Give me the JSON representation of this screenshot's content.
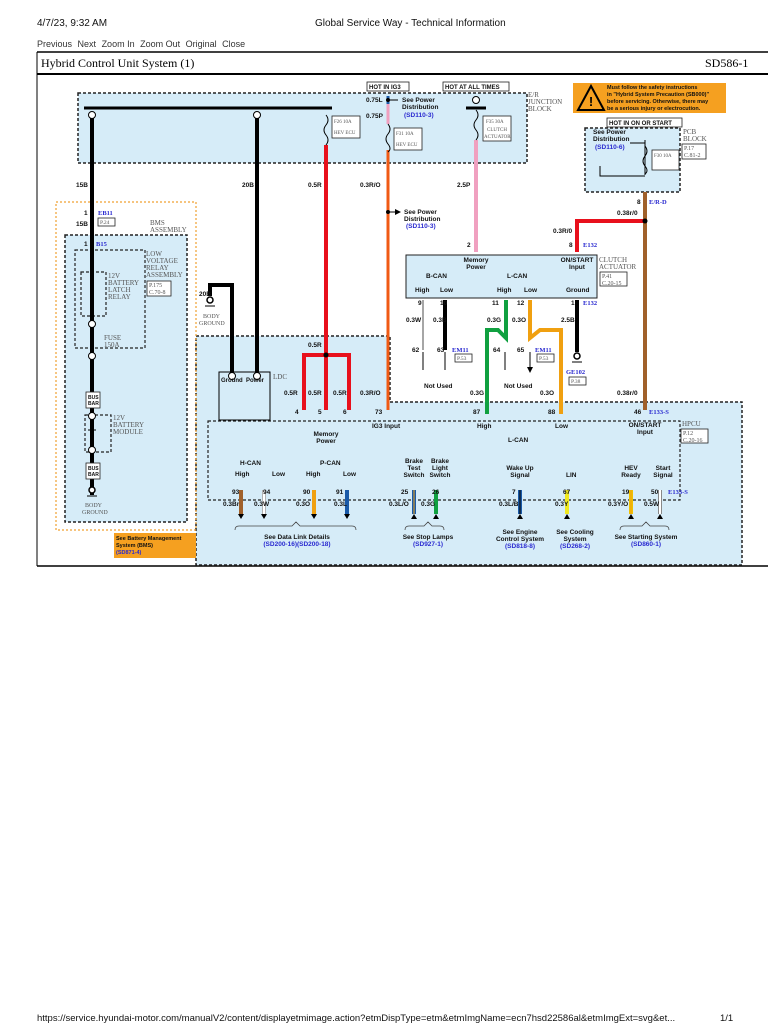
{
  "page_header": {
    "datetime": "4/7/23, 9:32 AM",
    "title": "Global Service Way - Technical Information"
  },
  "nav": [
    "Previous",
    "Next",
    "Zoom In",
    "Zoom Out",
    "Original",
    "Close"
  ],
  "diagram": {
    "title": "Hybrid Control Unit System (1)",
    "code": "SD586-1",
    "hot_ig3": "HOT IN IG3",
    "hot_all": "HOT AT ALL TIMES",
    "hot_on_start": "HOT IN ON OR START",
    "warning": [
      "Must follow the safety instructions",
      "in \"Hybrid System Precaution (SB000)\"",
      "before servicing. Otherwise, there may",
      "be a serious injury or electrocution."
    ],
    "er_block": [
      "E/R",
      "JUNCTION",
      "BLOCK"
    ],
    "pcb_block": [
      "PCB",
      "BLOCK"
    ],
    "pcb_ref": [
      "P.17",
      "C.81-2"
    ],
    "see_power": [
      "See Power",
      "Distribution"
    ],
    "sd110_3": "(SD110-3)",
    "sd110_6": "(SD110-6)",
    "fuses": {
      "f26": [
        "F26 10A",
        "HEV ECU"
      ],
      "f31": [
        "F31 10A",
        "HEV ECU"
      ],
      "f35": [
        "F35 30A",
        "CLUTCH",
        "ACTUATOR"
      ],
      "f30": [
        "F30 10A"
      ]
    },
    "wires": {
      "w15b": "15B",
      "w20b": "20B",
      "w05r": "0.5R",
      "w03ro": "0.3R/O",
      "w25p": "2.5P",
      "w075l": "0.75L",
      "w075p": "0.75P",
      "w038ro": "0.38r/0",
      "w03ro2": "0.3R/0",
      "w03w": "0.3W",
      "w03b": "0.3B",
      "w03g": "0.3G",
      "w03o": "0.3O",
      "w25b": "2.5B",
      "w20b2": "20B",
      "w05r_a": "0.5R",
      "w05r_b": "0.5R",
      "w05r_c": "0.5R",
      "w05r_d": "0.5R",
      "w03ro3": "0.3R/O",
      "w03g2": "0.3G",
      "w03o2": "0.3O",
      "w038ro2": "0.38r/0",
      "w03br": "0.3Br",
      "w03w2": "0.3W",
      "w03o3": "0.3O",
      "w03l": "0.3L",
      "w03lo": "0.3L/O",
      "w03g3": "0.3G",
      "w03lb": "0.3L/B",
      "w03y": "0.3Y",
      "w03yo": "0.3Y/O",
      "w05w": "0.5W"
    },
    "wire_colors": {
      "black": "#000000",
      "red": "#e8101c",
      "orange_red": "#f05a14",
      "pink": "#f0a0c0",
      "blue": "#1a5aa8",
      "brown": "#a0602a",
      "green": "#10a040",
      "orange": "#f0a010",
      "yellow": "#f0e820",
      "gray": "#888888",
      "white": "#ffffff"
    },
    "bms": {
      "eb11": "EB11",
      "eb11_pin": "1",
      "eb11_ref": "P.24",
      "b15": "B15",
      "b15_pin": "1",
      "bms_assembly": [
        "BMS",
        "ASSEMBLY"
      ],
      "lv_relay": [
        "LOW",
        "VOLTAGE",
        "RELAY",
        "ASSEMBLY"
      ],
      "lv_ref": [
        "P.175",
        "C.70-8"
      ],
      "latch_relay": [
        "12V",
        "BATTERY",
        "LATCH",
        "RELAY"
      ],
      "fuse": [
        "FUSE",
        "150A"
      ],
      "bus_bar": [
        "BUS",
        "BAR"
      ],
      "battery_module": [
        "12V",
        "BATTERY",
        "MODULE"
      ],
      "body_ground": [
        "BODY",
        "GROUND"
      ],
      "see_bms": [
        "See Battery Management",
        "System (BMS)"
      ],
      "sd871": "(SD871-4)"
    },
    "body_ground2": [
      "BODY",
      "GROUND"
    ],
    "ldc": {
      "label": "LDC",
      "ground": "Ground",
      "power": "Power"
    },
    "clutch": {
      "label": [
        "CLUTCH",
        "ACTUATOR"
      ],
      "ref": [
        "P.41",
        "C.20-15"
      ],
      "memory_power": [
        "Memory",
        "Power"
      ],
      "on_start": [
        "ON/START",
        "Input"
      ],
      "bcan": "B-CAN",
      "lcan": "L-CAN",
      "high": "High",
      "low": "Low",
      "ground": "Ground",
      "pins": {
        "p2": "2",
        "p8": "8",
        "p9": "9",
        "p10": "10",
        "p11": "11",
        "p12": "12",
        "p1": "1"
      },
      "e132": "E132"
    },
    "em11": {
      "label": "EM11",
      "ref": "P.53",
      "pins": [
        "62",
        "63",
        "64",
        "65"
      ],
      "not_used": "Not Used"
    },
    "ge102": {
      "label": "GE102",
      "ref": "P.38"
    },
    "er_d": {
      "pin": "8",
      "label": "E/R-D"
    },
    "hpcu": {
      "label": "HPCU",
      "ref": [
        "P.12",
        "C.20-16"
      ],
      "e133": "E133-S",
      "pins_top": {
        "p4": "4",
        "p5": "5",
        "p6": "6",
        "p73": "73",
        "p87": "87",
        "p88": "88",
        "p46": "46"
      },
      "memory_power": [
        "Memory",
        "Power"
      ],
      "ig3_input": "IG3 Input",
      "lcan": "L-CAN",
      "high": "High",
      "low": "Low",
      "on_start": [
        "ON/START",
        "Input"
      ],
      "hcan": "H-CAN",
      "pcan": "P-CAN",
      "brake_test": [
        "Brake",
        "Test",
        "Switch"
      ],
      "brake_light": [
        "Brake",
        "Light",
        "Switch"
      ],
      "wake_up": [
        "Wake Up",
        "Signal"
      ],
      "lin": "LIN",
      "hev_ready": [
        "HEV",
        "Ready"
      ],
      "start_signal": [
        "Start",
        "Signal"
      ],
      "pins_bottom": [
        "93",
        "94",
        "90",
        "91",
        "25",
        "26",
        "7",
        "67",
        "19",
        "50"
      ]
    },
    "refs": {
      "data_link": "See Data Link Details",
      "data_link_sd": "(SD200-16)(SD200-18)",
      "stop_lamps": "See Stop Lamps",
      "stop_lamps_sd": "(SD927-1)",
      "engine": [
        "See Engine",
        "Control System"
      ],
      "engine_sd": "(SD818-8)",
      "cooling": [
        "See Cooling",
        "System"
      ],
      "cooling_sd": "(SD268-2)",
      "starting": "See Starting System",
      "starting_sd": "(SD860-1)"
    },
    "colors": {
      "block_fill": "#d6ecf8",
      "warning_fill": "#f5a020",
      "link_blue": "#2a2ad0"
    }
  },
  "footer": {
    "url": "https://service.hyundai-motor.com/manualV2/content/displayetmimage.action?etmDispType=etm&etmImgName=ecn7hsd22586al&etmImgExt=svg&et...",
    "page": "1/1"
  }
}
